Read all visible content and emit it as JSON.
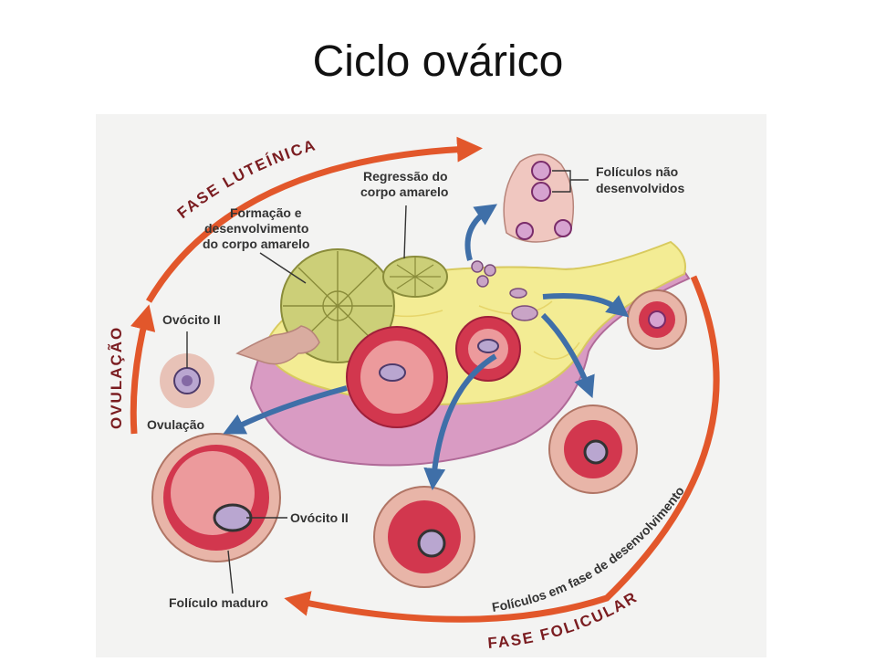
{
  "slide": {
    "title": "Ciclo ovárico"
  },
  "phases": {
    "luteinica": "FASE LUTEÍNICA",
    "ovulacao": "OVULAÇÃO",
    "folicular": "FASE FOLICULAR"
  },
  "labels": {
    "regressao_1": "Regressão do",
    "regressao_2": "corpo amarelo",
    "formacao_1": "Formação e",
    "formacao_2": "desenvolvimento",
    "formacao_3": "do corpo amarelo",
    "foliculos_nao_1": "Folículos não",
    "foliculos_nao_2": "desenvolvidos",
    "ovocito_top": "Ovócito II",
    "ovulacao": "Ovulação",
    "ovocito_bottom": "Ovócito II",
    "foliculo_maduro": "Folículo maduro",
    "foliculos_desenv": "Folículos em fase de desenvolvimento"
  },
  "colors": {
    "background": "#f3f3f2",
    "phase_arrow": "#e2572b",
    "process_arrow": "#3f6fa8",
    "ovary_body": "#d99bc3",
    "stroma": "#f3ec94",
    "corpus_luteum": "#cccf78",
    "follicle": "#d2374e"
  }
}
